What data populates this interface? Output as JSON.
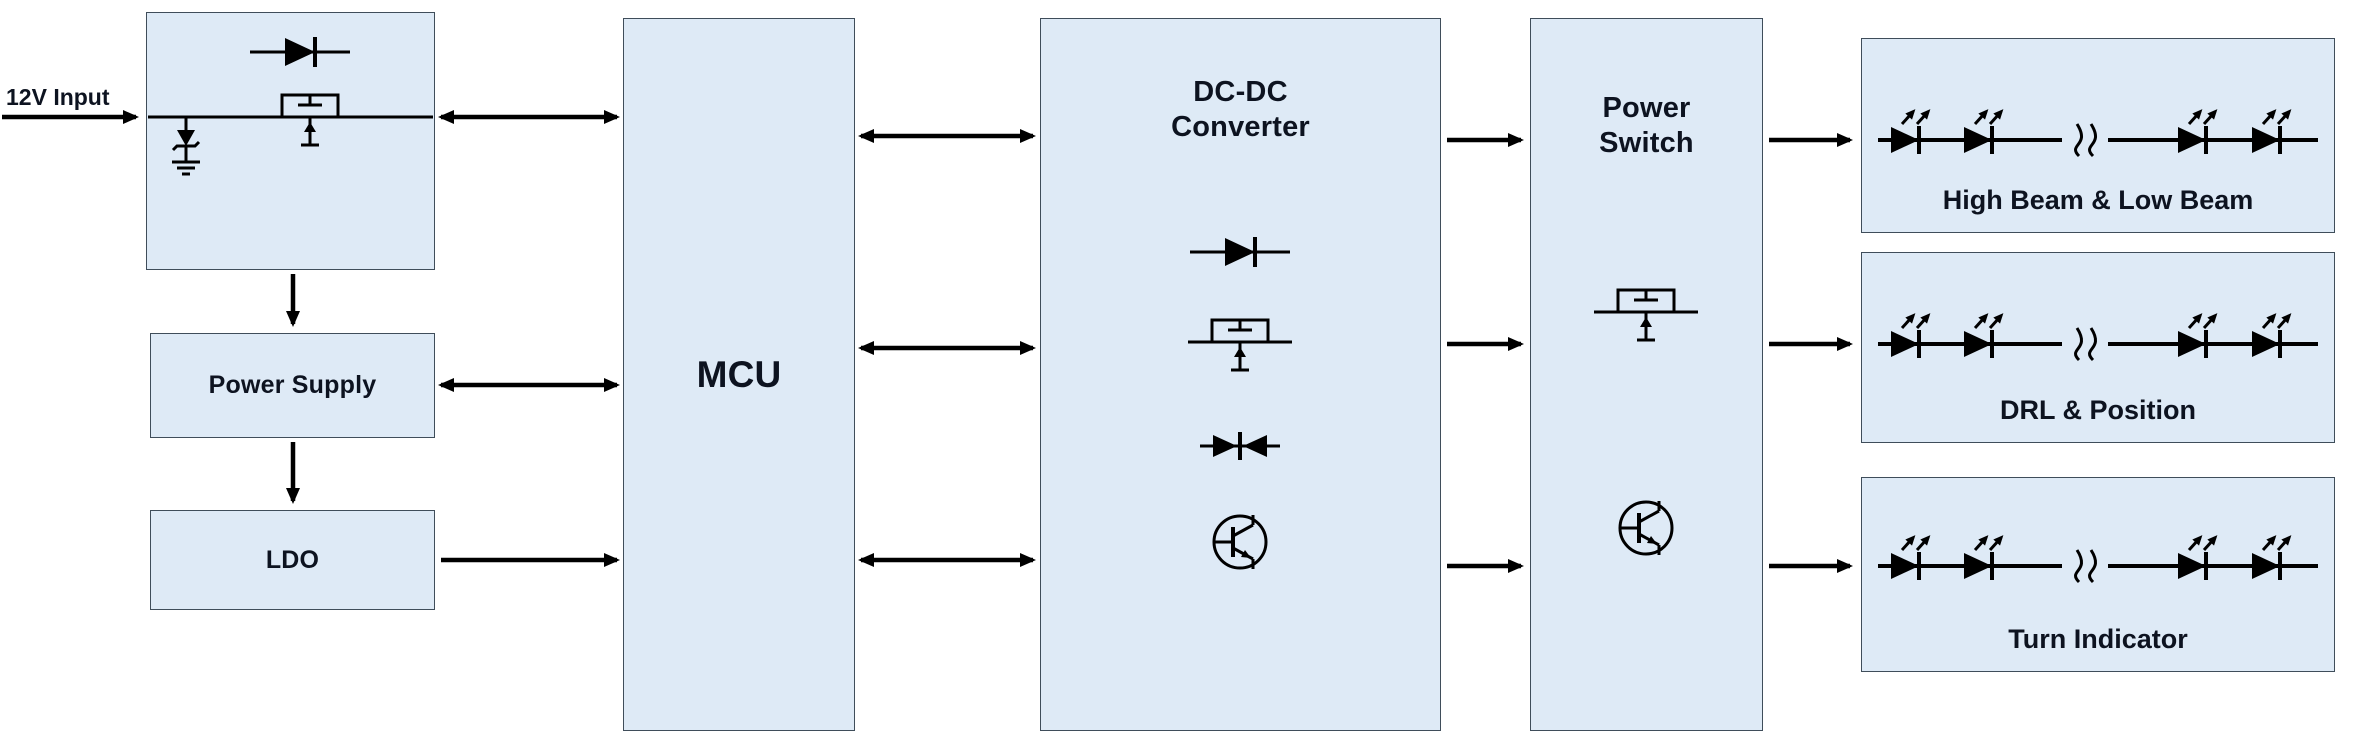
{
  "colors": {
    "background": "#ffffff",
    "box_fill": "#deeaf6",
    "box_border": "#3f4d5a",
    "line": "#000000",
    "text": "#0d1320"
  },
  "input": {
    "label": "12V Input"
  },
  "blocks": {
    "input_protection": {
      "icons": [
        "diode-icon",
        "mosfet-icon",
        "tvs-diode-ground-icon"
      ]
    },
    "power_supply": {
      "label": "Power Supply"
    },
    "ldo": {
      "label": "LDO"
    },
    "mcu": {
      "label": "MCU"
    },
    "dcdc_converter": {
      "label": "DC-DC Converter",
      "icons": [
        "diode-icon",
        "mosfet-icon",
        "tvs-diode-icon",
        "transistor-icon"
      ]
    },
    "power_switch": {
      "label": "Power Switch",
      "icons": [
        "mosfet-icon",
        "transistor-icon"
      ]
    }
  },
  "outputs": [
    {
      "label": "High Beam & Low Beam",
      "icons": [
        "led-icon",
        "led-icon",
        "wire-break-icon",
        "led-icon",
        "led-icon"
      ]
    },
    {
      "label": "DRL & Position",
      "icons": [
        "led-icon",
        "led-icon",
        "wire-break-icon",
        "led-icon",
        "led-icon"
      ]
    },
    {
      "label": "Turn Indicator",
      "icons": [
        "led-icon",
        "led-icon",
        "wire-break-icon",
        "led-icon",
        "led-icon"
      ]
    }
  ]
}
